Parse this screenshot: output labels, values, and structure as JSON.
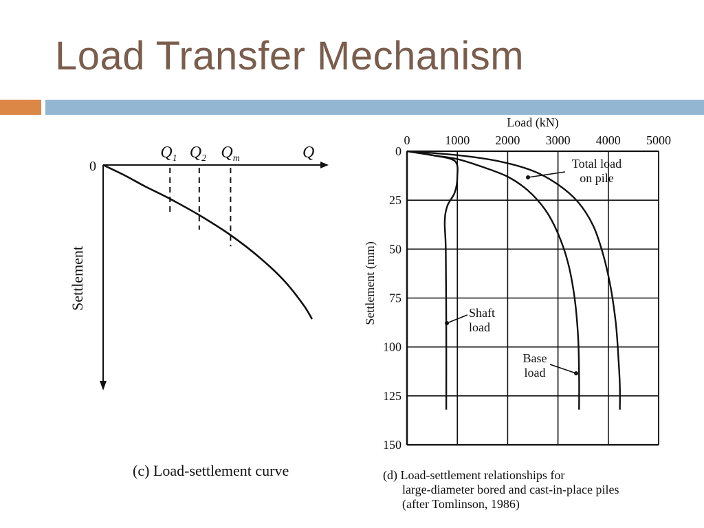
{
  "slide": {
    "title": "Load Transfer Mechanism",
    "accent_colors": {
      "orange": "#dd8747",
      "blue": "#93b6d3",
      "title_text": "#7a5d4d"
    }
  },
  "chart_data": [
    {
      "type": "line",
      "caption": "(c) Load-settlement curve",
      "xlabel": "Q",
      "ylabel": "Settlement",
      "origin_label": "0",
      "marked_loads": [
        {
          "label": "Q",
          "subscript": "1",
          "x": 0.32
        },
        {
          "label": "Q",
          "subscript": "2",
          "x": 0.46
        },
        {
          "label": "Q",
          "subscript": "m",
          "x": 0.61
        }
      ],
      "curve": {
        "x": [
          0,
          0.1,
          0.2,
          0.32,
          0.46,
          0.61,
          0.75,
          0.87,
          0.96,
          1.0
        ],
        "y": [
          0,
          0.08,
          0.17,
          0.27,
          0.4,
          0.56,
          0.74,
          0.93,
          1.12,
          1.23
        ]
      },
      "xlim": [
        0,
        1.02
      ],
      "ylim": [
        0,
        1.3
      ]
    },
    {
      "type": "line",
      "caption_lines": [
        "(d) Load-settlement relationships for",
        "large-diameter bored and cast-in-place piles",
        "(after Tomlinson, 1986)"
      ],
      "xlabel": "Load (kN)",
      "ylabel": "Settlement (mm)",
      "x_ticks": [
        0,
        1000,
        2000,
        3000,
        4000,
        5000
      ],
      "y_ticks": [
        0,
        25,
        50,
        75,
        100,
        125,
        150
      ],
      "xlim": [
        0,
        5000
      ],
      "ylim": [
        0,
        150
      ],
      "grid": true,
      "series": [
        {
          "name": "Total load on pile",
          "label_lines": [
            "Total load",
            "on pile"
          ],
          "x": [
            0,
            1000,
            1800,
            2500,
            3000,
            3400,
            3700,
            3900,
            4050,
            4150,
            4200,
            4230,
            4230
          ],
          "y": [
            0,
            2,
            5,
            10,
            17,
            26,
            38,
            53,
            70,
            88,
            105,
            120,
            132
          ]
        },
        {
          "name": "Base load",
          "label_lines": [
            "Base",
            "load"
          ],
          "x": [
            0,
            500,
            1000,
            1500,
            2000,
            2400,
            2750,
            3000,
            3200,
            3330,
            3400,
            3420,
            3420
          ],
          "y": [
            0,
            2,
            4,
            8,
            13,
            20,
            30,
            42,
            57,
            75,
            95,
            115,
            132
          ]
        },
        {
          "name": "Shaft load",
          "label_lines": [
            "Shaft",
            "load"
          ],
          "x": [
            0,
            500,
            950,
            1000,
            950,
            800,
            750,
            770,
            780,
            780
          ],
          "y": [
            0,
            2,
            5,
            13,
            21,
            28,
            36,
            50,
            90,
            132
          ]
        }
      ]
    }
  ]
}
